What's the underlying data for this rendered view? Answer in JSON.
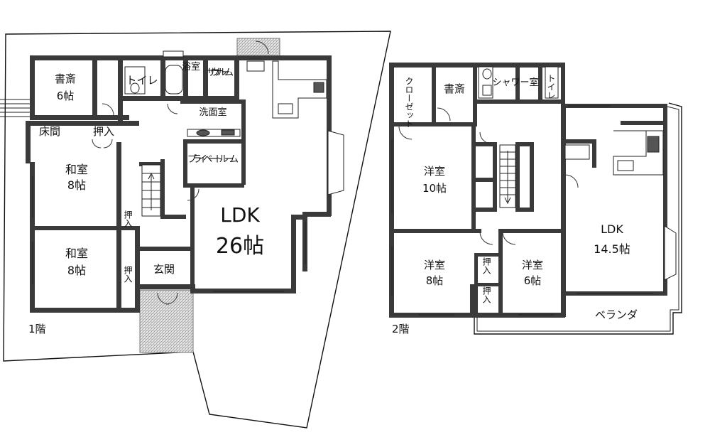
{
  "floor1": {
    "label": "1階",
    "rooms": {
      "study": {
        "name": "書斎",
        "size": "6帖"
      },
      "toilet": "トイレ",
      "bath": "浴室",
      "sauna": "サウナルーム",
      "washroom": "洗面室",
      "private_room": "プライベートルーム",
      "tokonoma": "床間",
      "closet_top": "押入",
      "washitsu1": {
        "name": "和室",
        "size": "8帖"
      },
      "washitsu2": {
        "name": "和室",
        "size": "8帖"
      },
      "closet_mid": "押入",
      "closet_low": "押入",
      "entrance": "玄関",
      "ldk": {
        "name": "LDK",
        "size": "26帖"
      }
    }
  },
  "floor2": {
    "label": "2階",
    "rooms": {
      "closet": "クローゼット",
      "study": "書斎",
      "shower": "シャワー室",
      "toilet": "トイレ",
      "western1": {
        "name": "洋室",
        "size": "10帖"
      },
      "western2": {
        "name": "洋室",
        "size": "8帖"
      },
      "western3": {
        "name": "洋室",
        "size": "6帖"
      },
      "closet_a": "押入",
      "closet_b": "押入",
      "ldk": {
        "name": "LDK",
        "size": "14.5帖"
      },
      "veranda": "ベランダ"
    }
  }
}
